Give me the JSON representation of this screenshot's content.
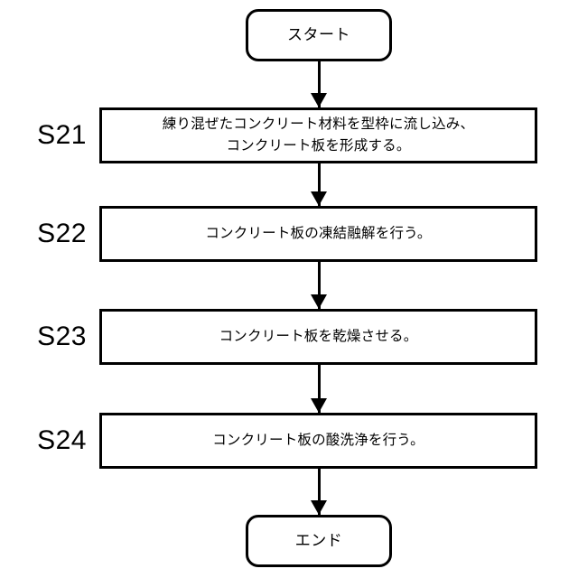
{
  "diagram": {
    "type": "flowchart",
    "orientation": "vertical",
    "language": "ja",
    "colors": {
      "background": "#ffffff",
      "stroke": "#000000",
      "text": "#000000"
    },
    "start_node": {
      "label": "スタート",
      "shape": "rounded-rectangle"
    },
    "end_node": {
      "label": "エンド",
      "shape": "rounded-rectangle"
    },
    "steps": [
      {
        "id": "S21",
        "step_label": "S21",
        "text": "練り混ぜたコンクリート材料を型枠に流し込み、\nコンクリート板を形成する。",
        "shape": "rectangle"
      },
      {
        "id": "S22",
        "step_label": "S22",
        "text": "コンクリート板の凍結融解を行う。",
        "shape": "rectangle"
      },
      {
        "id": "S23",
        "step_label": "S23",
        "text": "コンクリート板を乾燥させる。",
        "shape": "rectangle"
      },
      {
        "id": "S24",
        "step_label": "S24",
        "text": "コンクリート板の酸洗浄を行う。",
        "shape": "rectangle"
      }
    ],
    "connectors": [
      {
        "from": "start",
        "to": "S21",
        "style": "arrow-down"
      },
      {
        "from": "S21",
        "to": "S22",
        "style": "arrow-down"
      },
      {
        "from": "S22",
        "to": "S23",
        "style": "arrow-down"
      },
      {
        "from": "S23",
        "to": "S24",
        "style": "arrow-down"
      },
      {
        "from": "S24",
        "to": "end",
        "style": "arrow-down"
      }
    ]
  }
}
